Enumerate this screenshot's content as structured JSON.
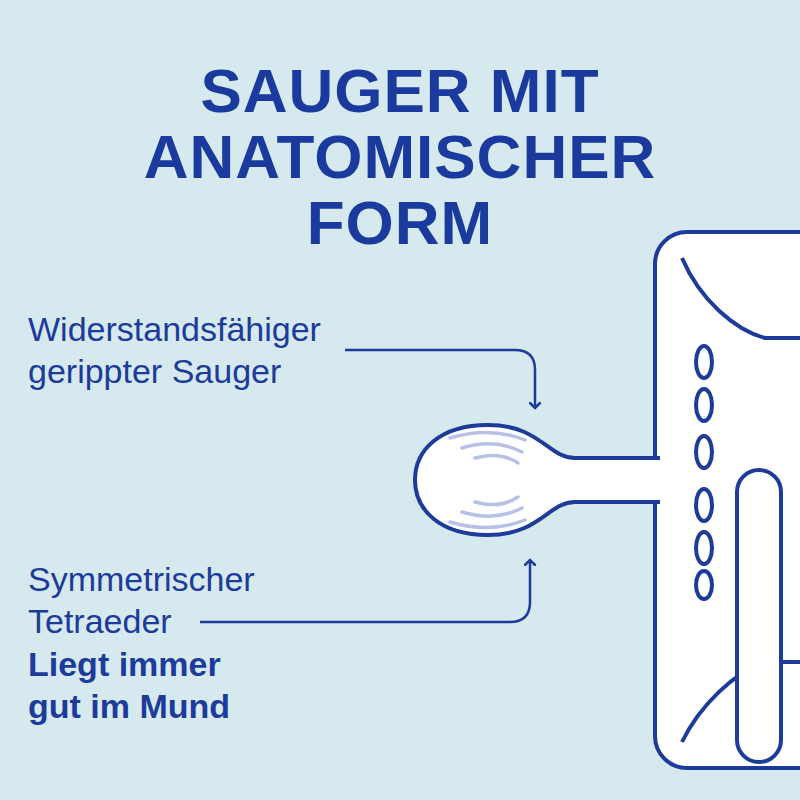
{
  "diagram": {
    "title": "SAUGER MIT ANATOMISCHER FORM",
    "labels": [
      "Widerstandsfähiger gerippter Sauger",
      "Symmetrischer Tetraeder",
      "Liegt immer gut im Mund"
    ]
  }
}
